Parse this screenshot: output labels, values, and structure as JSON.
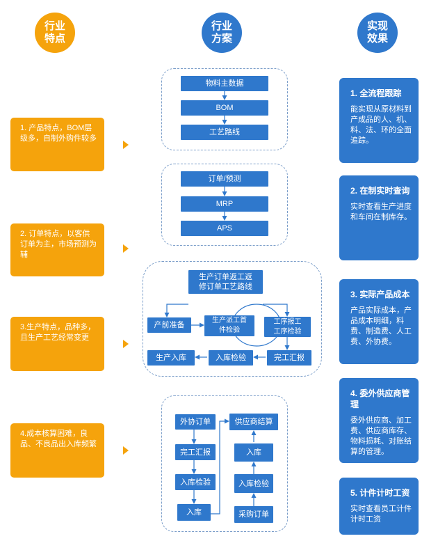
{
  "headers": {
    "col1": [
      "行业",
      "特点"
    ],
    "col2": [
      "行业",
      "方案"
    ],
    "col3": [
      "实现",
      "效果"
    ]
  },
  "features": [
    "1. 产品特点，BOM层级多，自制外购件较多",
    "2. 订单特点，以客供订单为主，市场预测为辅",
    "3.生产特点，品种多，且生产工艺经常变更",
    "4.成本核算困难，良品、不良品出入库频繁"
  ],
  "solutions": {
    "group1": [
      "物料主数据",
      "BOM",
      "工艺路线"
    ],
    "group2": [
      "订单/预测",
      "MRP",
      "APS"
    ],
    "group3": {
      "top": "生产订单返工返修订单工艺路线",
      "prep": "产前准备",
      "dispatch": "生产派工首件检验",
      "report": "工序报工工序检验",
      "finish_report": "完工汇报",
      "inspect": "入库检验",
      "store": "生产入库"
    },
    "group4": {
      "left": [
        "外协订单",
        "完工汇报",
        "入库检验",
        "入库"
      ],
      "right": [
        "供应商结算",
        "入库",
        "入库检验",
        "采购订单"
      ]
    }
  },
  "effects": [
    {
      "title": "1. 全流程跟踪",
      "desc": "能实现从原材料到产成品的人、机、料、法、环的全面追踪。"
    },
    {
      "title": "2. 在制实时查询",
      "desc": "实时查看生产进度和车间在制库存。"
    },
    {
      "title": "3. 实际产品成本",
      "desc": "产品实际成本，产品成本明细，料费、制造费、人工费、外协费。"
    },
    {
      "title": "4. 委外供应商管理",
      "desc": "委外供应商、加工费、供应商库存、物料损耗、对账结算的管理。"
    },
    {
      "title": "5. 计件计时工资",
      "desc": "实时查看员工计件计时工资"
    }
  ],
  "colors": {
    "accent": "#f5a30c",
    "primary": "#2f78cc"
  }
}
